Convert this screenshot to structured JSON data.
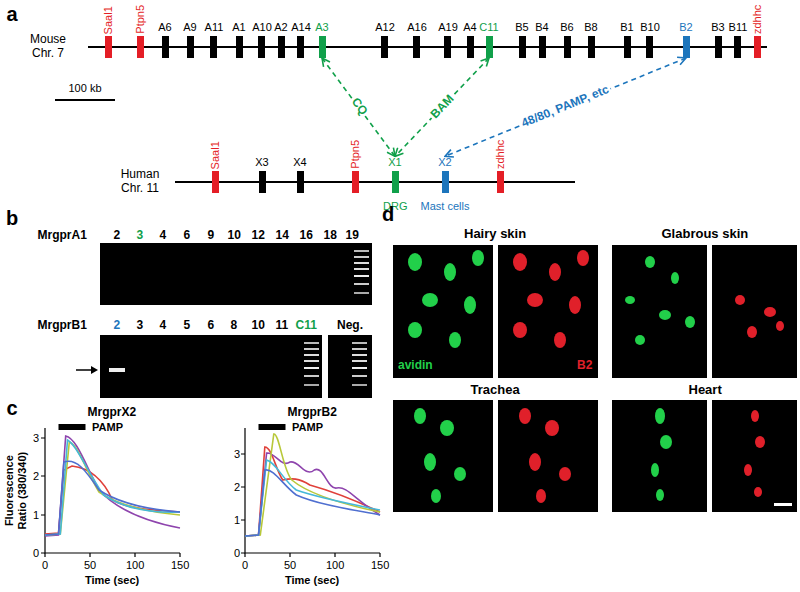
{
  "diagram": {
    "nodes": [
      {
        "text": [
          "Saal1"
        ]
      },
      {
        "text": [
          "Ptpn5"
        ]
      },
      {
        "text": [
          "A6"
        ]
      },
      {
        "text": [
          "A9"
        ]
      },
      {
        "text": [
          "A11"
        ]
      },
      {
        "text": [
          "A1"
        ]
      },
      {
        "text": [
          "A10"
        ]
      },
      {
        "text": [
          "A2"
        ]
      },
      {
        "text": [
          "A14"
        ]
      },
      {
        "text": [
          "A3"
        ]
      },
      {
        "text": [
          "A12"
        ]
      },
      {
        "text": [
          "A16"
        ]
      },
      {
        "text": [
          "A19"
        ]
      },
      {
        "text": [
          "A4"
        ]
      },
      {
        "text": [
          "C11"
        ]
      },
      {
        "text": [
          "B5"
        ]
      },
      {
        "text": [
          "B4"
        ]
      },
      {
        "text": [
          "B6"
        ]
      },
      {
        "text": [
          "B8"
        ]
      },
      {
        "text": [
          "B1"
        ]
      },
      {
        "text": [
          "B10"
        ]
      },
      {
        "text": [
          "B2"
        ]
      },
      {
        "text": [
          "B3"
        ]
      },
      {
        "text": [
          "B11"
        ]
      },
      {
        "text": [
          "zdhhc"
        ]
      },
      {
        "text": [
          "Saal1"
        ]
      },
      {
        "text": [
          "X3"
        ]
      },
      {
        "text": [
          "X4"
        ]
      },
      {
        "text": [
          "Ptpn5"
        ]
      },
      {
        "text": [
          "X1"
        ]
      },
      {
        "text": [
          "X2"
        ]
      },
      {
        "text": [
          "zdhhc"
        ]
      }
    ],
    "edges": [
      {
        "from": 9,
        "to": 29,
        "arrow": "both",
        "label": "CQ"
      },
      {
        "from": 14,
        "to": 29,
        "arrow": "both",
        "label": "BAM"
      },
      {
        "from": 21,
        "to": 30,
        "arrow": "both",
        "label": "48/80, PAMP, etc"
      }
    ],
    "labels": [
      "a",
      "Mouse Chr. 7",
      "100 kb",
      "Human Chr. 11",
      "DRG",
      "Mast cells",
      "b",
      "MrgprA1",
      "2",
      "3",
      "4",
      "6",
      "9",
      "10",
      "12",
      "14",
      "16",
      "18",
      "19",
      "MrgprB1",
      "2",
      "3",
      "4",
      "5",
      "6",
      "8",
      "10",
      "11",
      "C11",
      "Neg.",
      "c",
      "MrgprX2",
      "PAMP",
      "Fluorescence Ratio (380/340)",
      "3",
      "2",
      "1",
      "0",
      "0",
      "50",
      "100",
      "150",
      "Time (sec)",
      "MrgprB2",
      "PAMP",
      "3",
      "2",
      "1",
      "0",
      "0",
      "50",
      "100",
      "150",
      "Time (sec)",
      "d",
      "Hairy skin",
      "Glabrous skin",
      "avidin",
      "B2",
      "Trachea",
      "Heart"
    ]
  }
}
